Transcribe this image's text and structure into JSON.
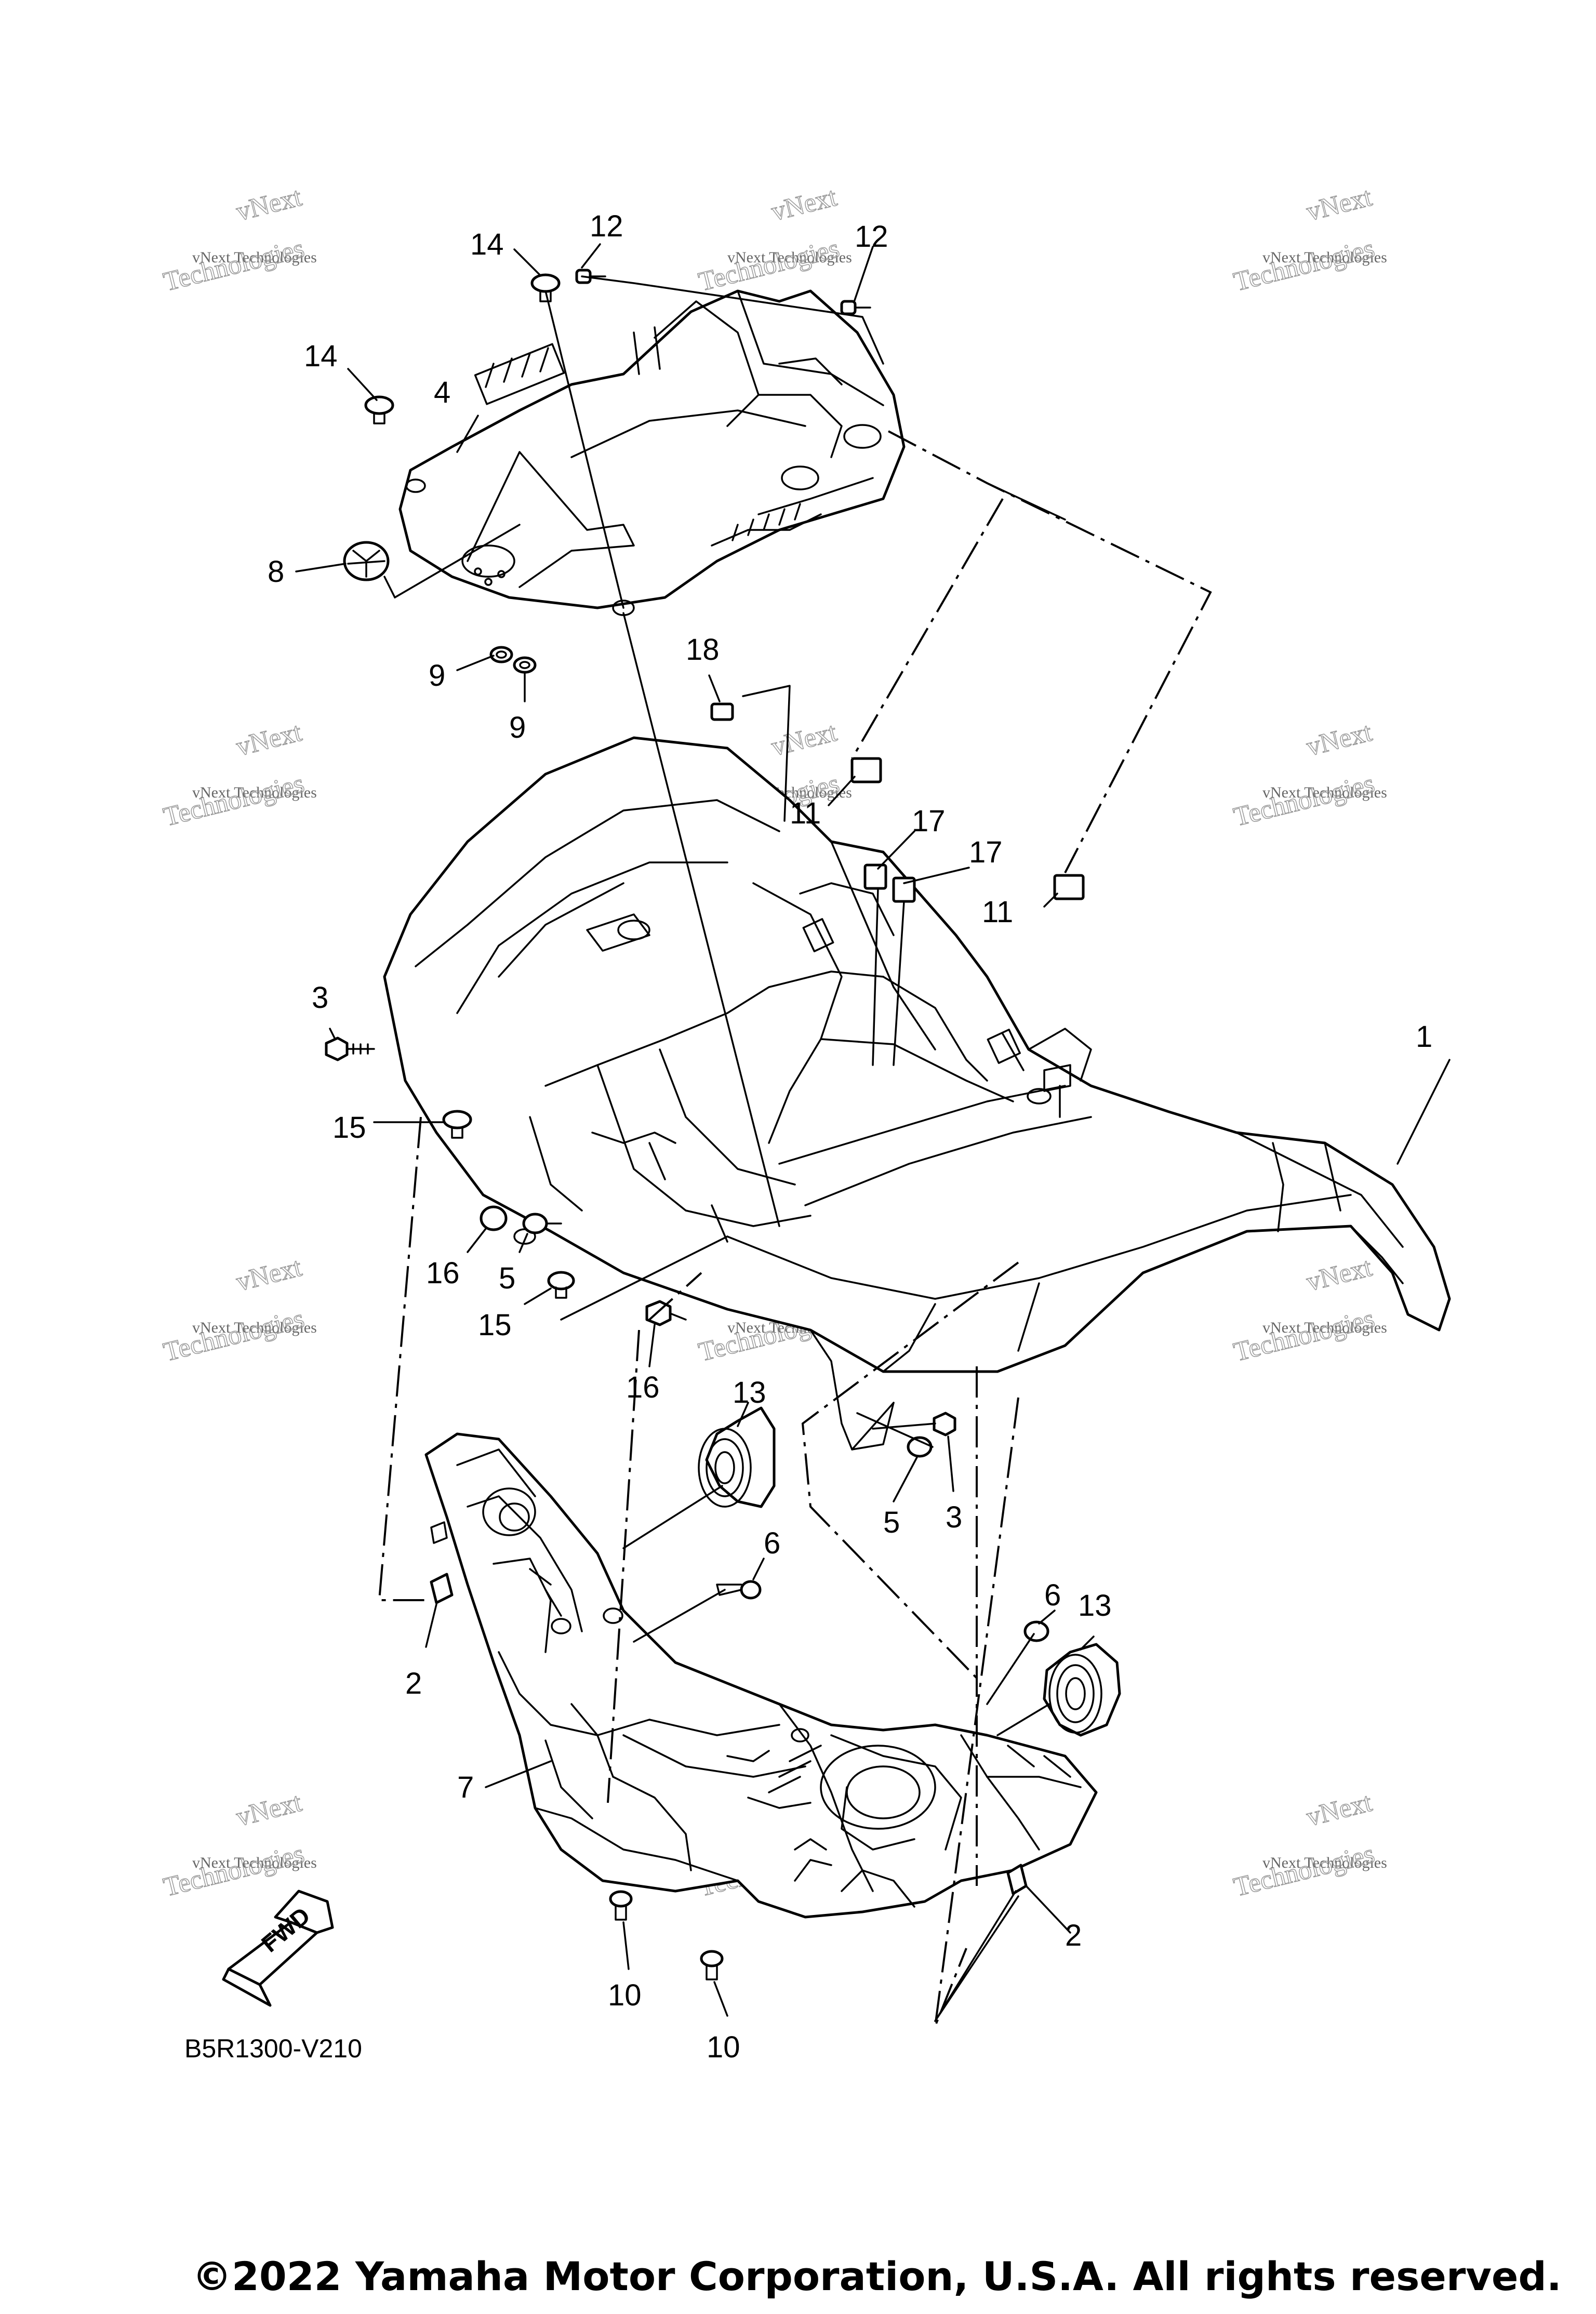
{
  "diagram": {
    "callouts": {
      "c1": "1",
      "c2a": "2",
      "c2b": "2",
      "c3a": "3",
      "c3b": "3",
      "c4": "4",
      "c5a": "5",
      "c5b": "5",
      "c6a": "6",
      "c6b": "6",
      "c7": "7",
      "c8": "8",
      "c9a": "9",
      "c9b": "9",
      "c10a": "10",
      "c10b": "10",
      "c11a": "11",
      "c11b": "11",
      "c12a": "12",
      "c12b": "12",
      "c13a": "13",
      "c13b": "13",
      "c14a": "14",
      "c14b": "14",
      "c15a": "15",
      "c15b": "15",
      "c16a": "16",
      "c16b": "16",
      "c17a": "17",
      "c17b": "17",
      "c18": "18"
    },
    "fwd_label": "FWD",
    "diagram_code": "B5R1300-V210",
    "copyright": "©2022 Yamaha Motor Corporation, U.S.A. All rights reserved."
  },
  "watermark": {
    "line1": "vNext",
    "line2": "vNext Technologies",
    "line3": "Technologies"
  }
}
